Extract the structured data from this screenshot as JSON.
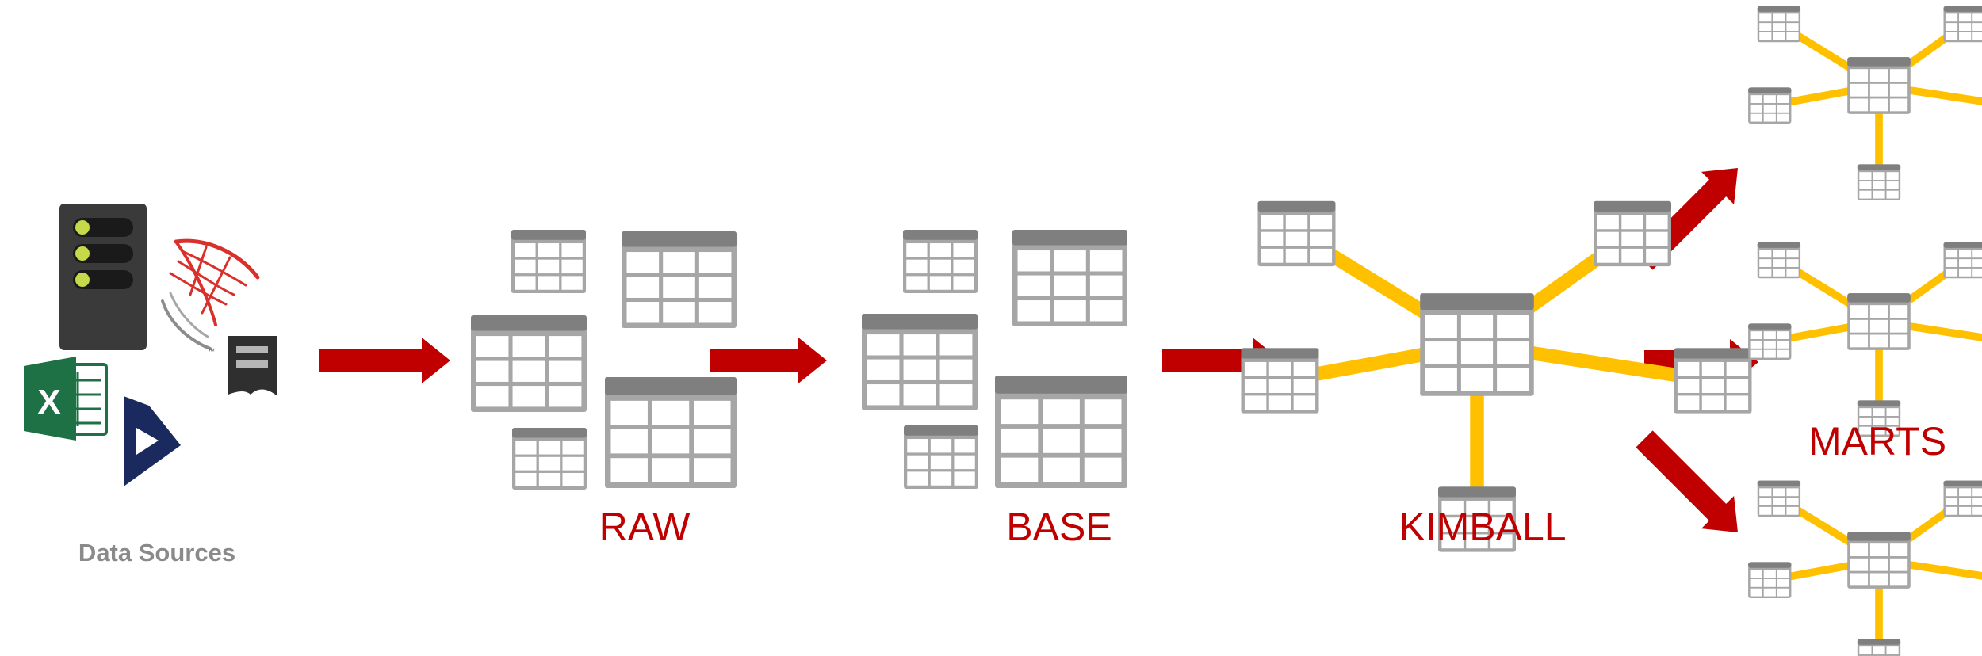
{
  "sources": {
    "label": "Data Sources",
    "icons": [
      "server-icon",
      "sql-server-icon",
      "excel-icon",
      "dynamics-icon",
      "flat-file-icon"
    ],
    "trademark": "™"
  },
  "stages": [
    {
      "id": "raw",
      "label": "RAW"
    },
    {
      "id": "base",
      "label": "BASE"
    },
    {
      "id": "kimball",
      "label": "KIMBALL"
    },
    {
      "id": "marts",
      "label": "MARTS"
    }
  ],
  "colors": {
    "arrow": "#c00000",
    "label": "#c00000",
    "table_frame": "#a6a6a6",
    "table_header": "#7f7f7f",
    "star_link": "#ffc000",
    "source_label": "#8a8a8a",
    "server_body": "#3a3a3a",
    "server_light": "#c6d94a",
    "excel": "#1e7145",
    "dynamics": "#1b2a5e"
  }
}
